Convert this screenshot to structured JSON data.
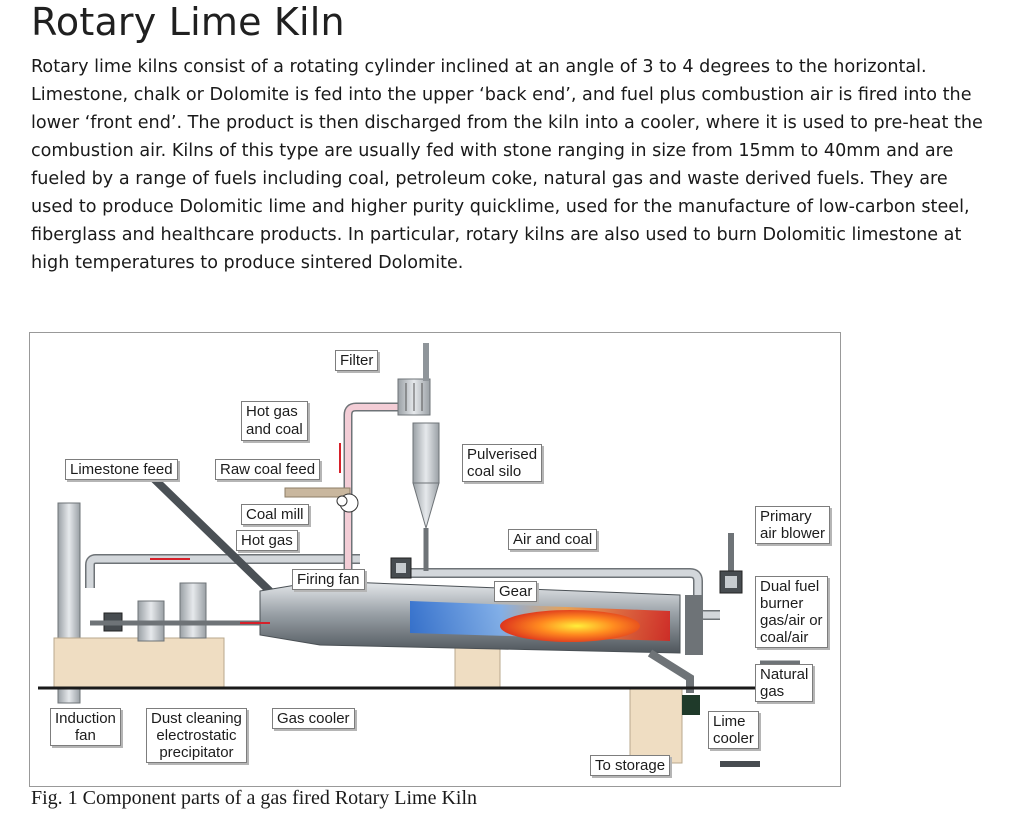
{
  "document": {
    "title": "Rotary Lime Kiln",
    "paragraph": "Rotary lime kilns consist of a rotating cylinder inclined at an angle of 3 to 4 degrees to the horizontal. Limestone, chalk or Dolomite is fed into the upper ‘back end’, and fuel plus combustion air is fired into the lower ‘front end’. The product is then discharged from the kiln into a cooler, where it is used to pre-heat the combustion air. Kilns of this type are usually fed with stone ranging in size from 15mm to 40mm and are fueled by a range of fuels including coal, petroleum coke, natural gas and waste derived fuels. They are used to produce Dolomitic lime and higher purity quicklime, used for the manufacture of low-carbon steel, fiberglass and healthcare products. In particular, rotary kilns are also used to burn Dolomitic limestone at high temperatures to produce sintered Dolomite.",
    "caption": "Fig. 1 Component parts of a gas fired Rotary Lime Kiln"
  },
  "diagram": {
    "labels": {
      "filter": "Filter",
      "hot_gas_and_coal_1": "Hot gas",
      "hot_gas_and_coal_2": "and coal",
      "pulverised_1": "Pulverised",
      "pulverised_2": "coal silo",
      "limestone_feed": "Limestone feed",
      "raw_coal_feed": "Raw coal feed",
      "coal_mill": "Coal mill",
      "hot_gas": "Hot gas",
      "air_and_coal": "Air and coal",
      "primary_1": "Primary",
      "primary_2": "air blower",
      "firing_fan": "Firing fan",
      "gear": "Gear",
      "dual_1": "Dual fuel",
      "dual_2": "burner",
      "dual_3": "gas/air or",
      "dual_4": "coal/air",
      "natural_1": "Natural",
      "natural_2": "gas",
      "induction_1": "Induction",
      "induction_2": "fan",
      "dust_1": "Dust cleaning",
      "dust_2": "electrostatic",
      "dust_3": "precipitator",
      "gas_cooler": "Gas cooler",
      "lime_1": "Lime",
      "lime_2": "cooler",
      "to_storage": "To storage"
    },
    "colors": {
      "duct_fill": "#c8cdd2",
      "duct_edge": "#6e7377",
      "hot_duct": "#f3cdd6",
      "foundation": "#efddc2",
      "flame_core": "#ffef3a",
      "flame_mid": "#ff8a1f",
      "flame_outer": "#d7261e",
      "arrow_red": "#d6202a",
      "ground_line": "#1a1a1a"
    }
  }
}
